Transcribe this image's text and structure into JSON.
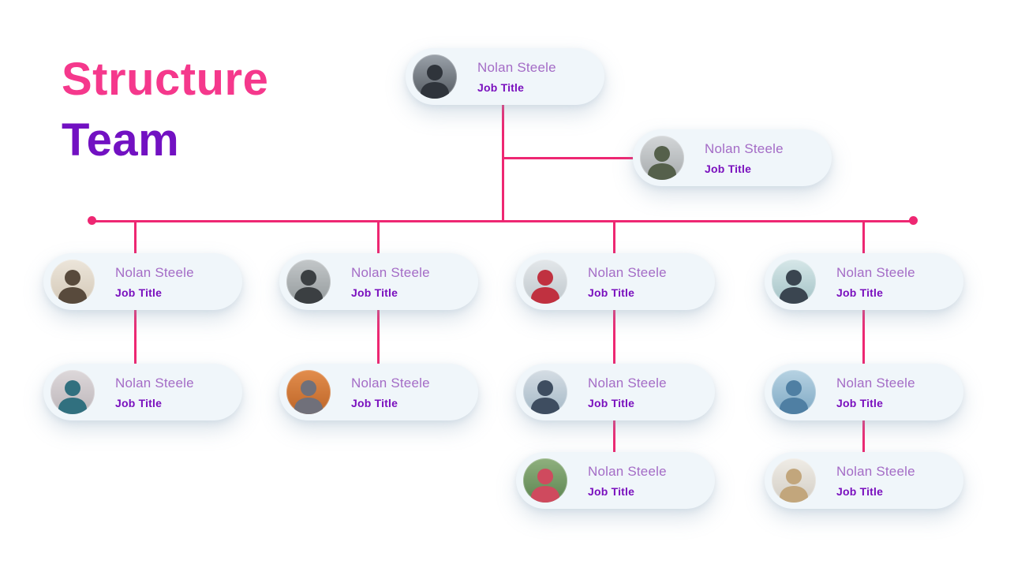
{
  "title": {
    "line1": "Structure",
    "line2": "Team"
  },
  "colors": {
    "title_pink": "#f5388c",
    "title_purple": "#7211c2",
    "connector_pink": "#ee2772",
    "card_background": "#f0f6fa",
    "name_text": "#a46cc6",
    "role_text": "#7a10be"
  },
  "nodes": [
    {
      "name": "Nolan Steele",
      "title": "Job Title",
      "avatar": {
        "desc": "man-in-dark-suit-arms-crossed",
        "bg1": "#9aa1a9",
        "bg2": "#545a61",
        "fg": "#2f343b"
      }
    },
    {
      "name": "Nolan Steele",
      "title": "Job Title",
      "avatar": {
        "desc": "older-man-glasses-olive-shirt",
        "bg1": "#d3d6d8",
        "bg2": "#a7abad",
        "fg": "#55604b"
      }
    },
    {
      "name": "Nolan Steele",
      "title": "Job Title",
      "avatar": {
        "desc": "young-man-plaid-shirt",
        "bg1": "#ece5da",
        "bg2": "#d4c9b8",
        "fg": "#584a3c"
      }
    },
    {
      "name": "Nolan Steele",
      "title": "Job Title",
      "avatar": {
        "desc": "young-man-curly-hair",
        "bg1": "#c3c7c9",
        "bg2": "#949a9c",
        "fg": "#3b3f42"
      }
    },
    {
      "name": "Nolan Steele",
      "title": "Job Title",
      "avatar": {
        "desc": "man-glasses-red-sweater",
        "bg1": "#e3e7ea",
        "bg2": "#bfc7cc",
        "fg": "#c03140"
      }
    },
    {
      "name": "Nolan Steele",
      "title": "Job Title",
      "avatar": {
        "desc": "man-glasses-dark-jacket",
        "bg1": "#d6e7e8",
        "bg2": "#a3c2c6",
        "fg": "#3a4550"
      }
    },
    {
      "name": "Nolan Steele",
      "title": "Job Title",
      "avatar": {
        "desc": "red-haired-woman-teal-top",
        "bg1": "#ddd8da",
        "bg2": "#bdb6ba",
        "fg": "#31707f"
      }
    },
    {
      "name": "Nolan Steele",
      "title": "Job Title",
      "avatar": {
        "desc": "woman-gray-blazer-orange-wall",
        "bg1": "#e28d4d",
        "bg2": "#bd6527",
        "fg": "#70707a"
      }
    },
    {
      "name": "Nolan Steele",
      "title": "Job Title",
      "avatar": {
        "desc": "man-sunglasses-city",
        "bg1": "#d5dde4",
        "bg2": "#a4b8c6",
        "fg": "#3e4d60"
      }
    },
    {
      "name": "Nolan Steele",
      "title": "Job Title",
      "avatar": {
        "desc": "woman-blue-denim-hood",
        "bg1": "#b6d2e2",
        "bg2": "#7fa9c4",
        "fg": "#4f7fa3"
      }
    },
    {
      "name": "Nolan Steele",
      "title": "Job Title",
      "avatar": {
        "desc": "woman-pink-hair-glasses",
        "bg1": "#8fb07e",
        "bg2": "#5c8450",
        "fg": "#cf4a5e"
      }
    },
    {
      "name": "Nolan Steele",
      "title": "Job Title",
      "avatar": {
        "desc": "man-white-shirt-office",
        "bg1": "#efece6",
        "bg2": "#d3cec5",
        "fg": "#c2a67c"
      }
    }
  ]
}
